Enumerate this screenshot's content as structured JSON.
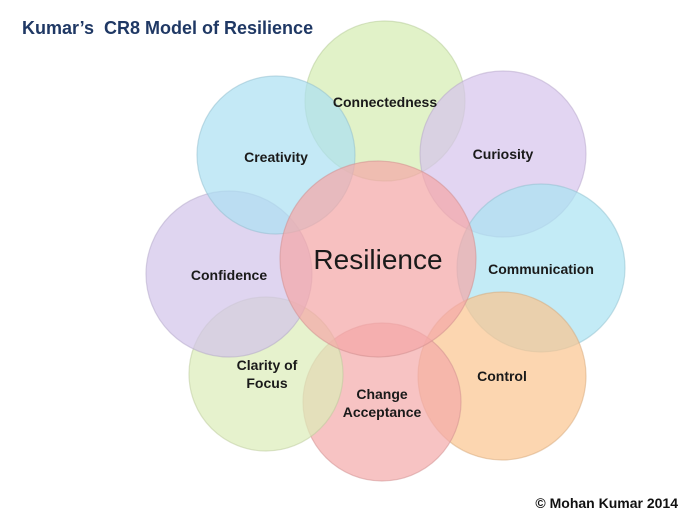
{
  "title": "Kumar’s  CR8 Model of Resilience",
  "copyright": "© Mohan Kumar 2014",
  "center": {
    "label": "Resilience",
    "color": "#f4a7a7"
  },
  "petals": [
    {
      "id": "connectedness",
      "lines": [
        "Connectedness"
      ],
      "color": "#d4ecb0"
    },
    {
      "id": "curiosity",
      "lines": [
        "Curiosity"
      ],
      "color": "#d6c3ec"
    },
    {
      "id": "communication",
      "lines": [
        "Communication"
      ],
      "color": "#a9e2f2"
    },
    {
      "id": "control",
      "lines": [
        "Control"
      ],
      "color": "#fbc48f"
    },
    {
      "id": "change-acceptance",
      "lines": [
        "Change",
        "Acceptance"
      ],
      "color": "#f4a9a9"
    },
    {
      "id": "clarity-of-focus",
      "lines": [
        "Clarity of",
        "Focus"
      ],
      "color": "#dcedb8"
    },
    {
      "id": "confidence",
      "lines": [
        "Confidence"
      ],
      "color": "#d1c3ea"
    },
    {
      "id": "creativity",
      "lines": [
        "Creativity"
      ],
      "color": "#abe0f2"
    }
  ]
}
